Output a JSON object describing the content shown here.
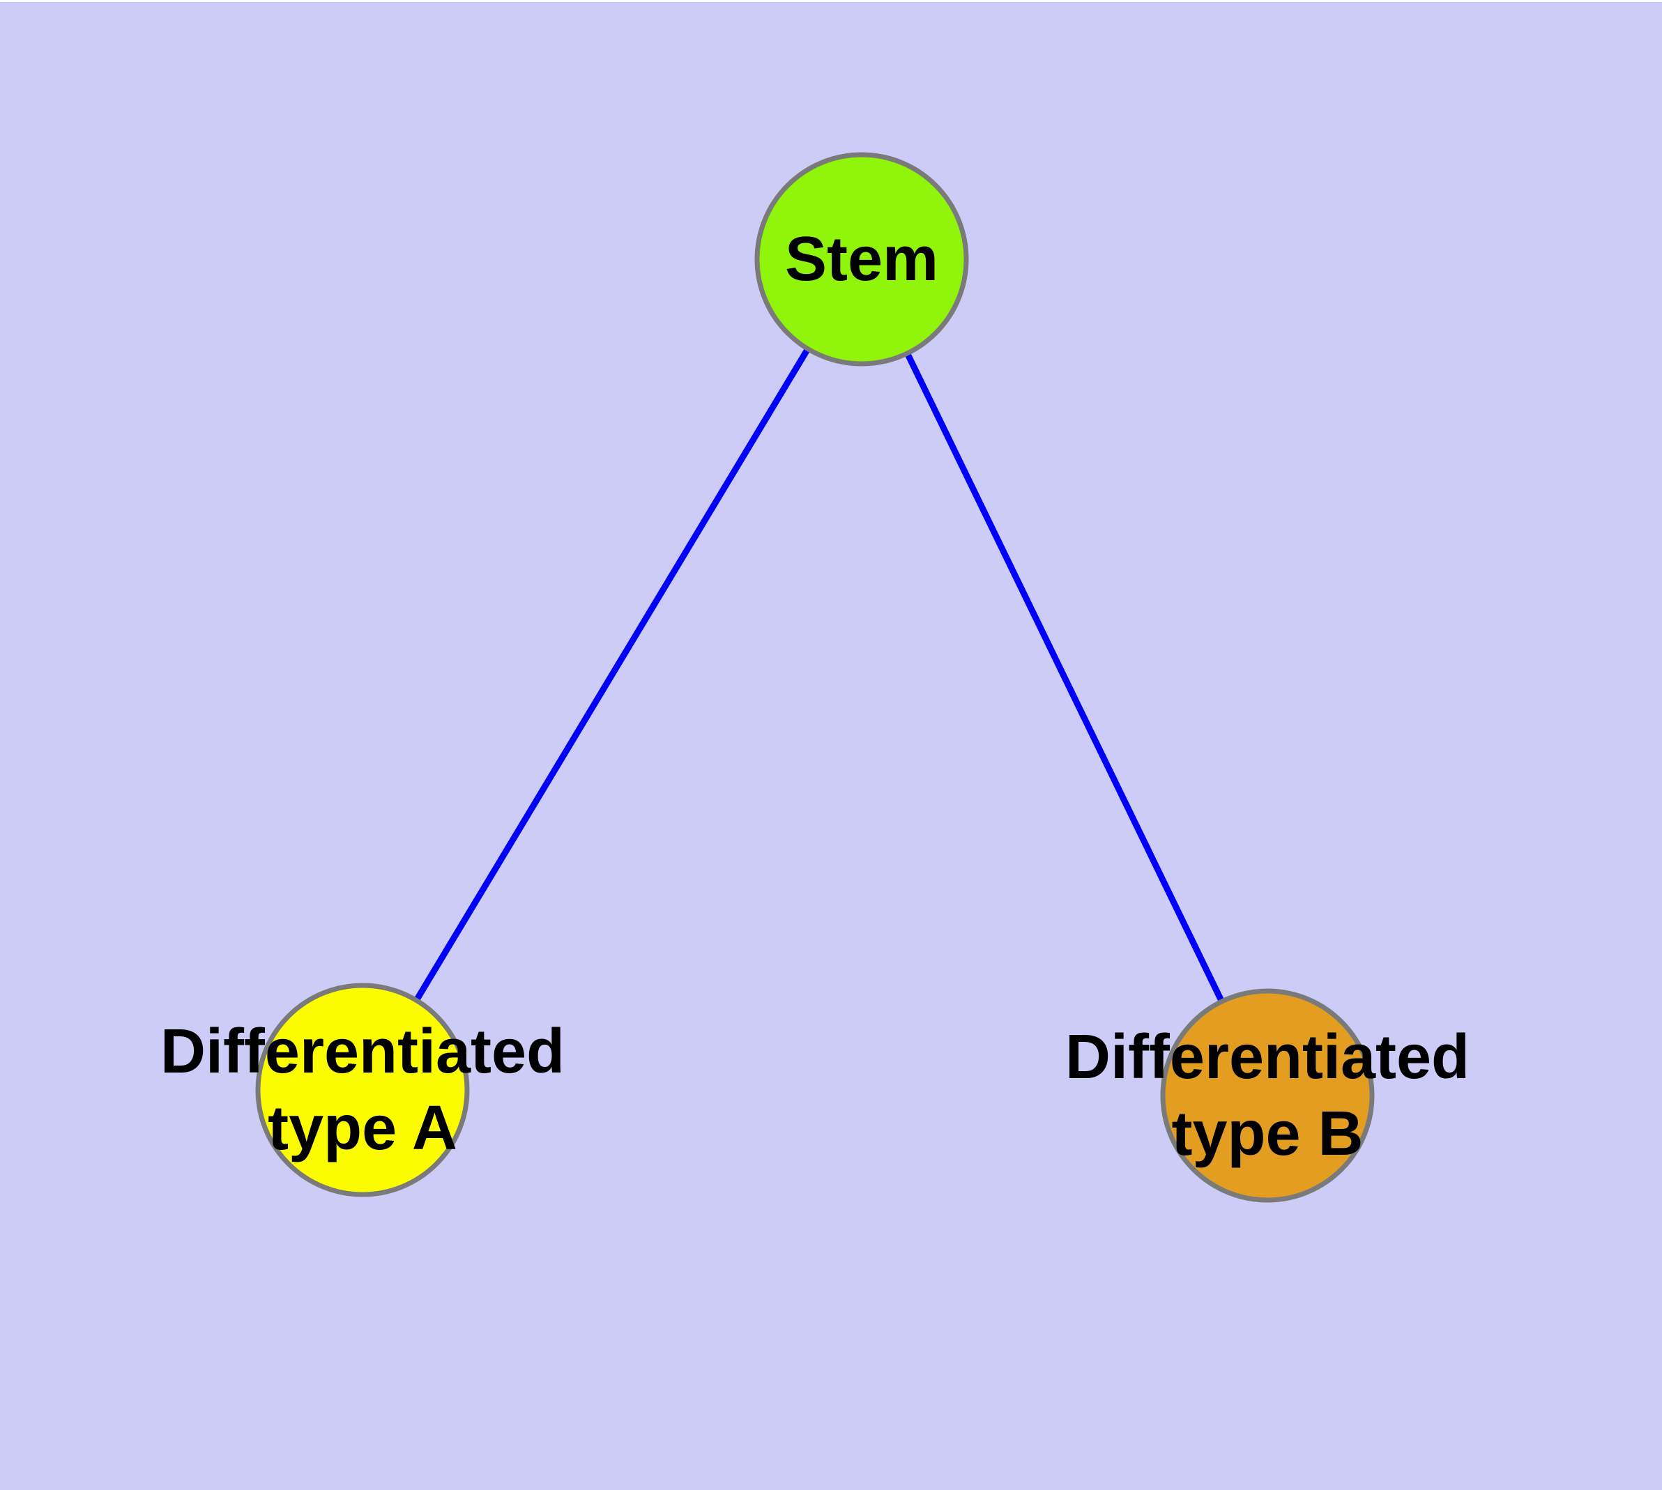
{
  "figure": {
    "background_color": "#CCCCF7",
    "top_margin_color": "#FFFFFF",
    "edge_color": "#0000FA",
    "node_border_color": "#7A7A7A",
    "text_color": "#000000"
  },
  "nodes": {
    "stem": {
      "label": "Stem",
      "fill": "#90F50A"
    },
    "diff_a": {
      "line1": "Differentiated",
      "line2": "type A",
      "fill": "#FCFC00"
    },
    "diff_b": {
      "line1": "Differentiated",
      "line2": "type B",
      "fill": "#E39E22"
    }
  },
  "edges": [
    {
      "from": "Stem",
      "to": "Differentiated type A"
    },
    {
      "from": "Stem",
      "to": "Differentiated type B"
    }
  ]
}
